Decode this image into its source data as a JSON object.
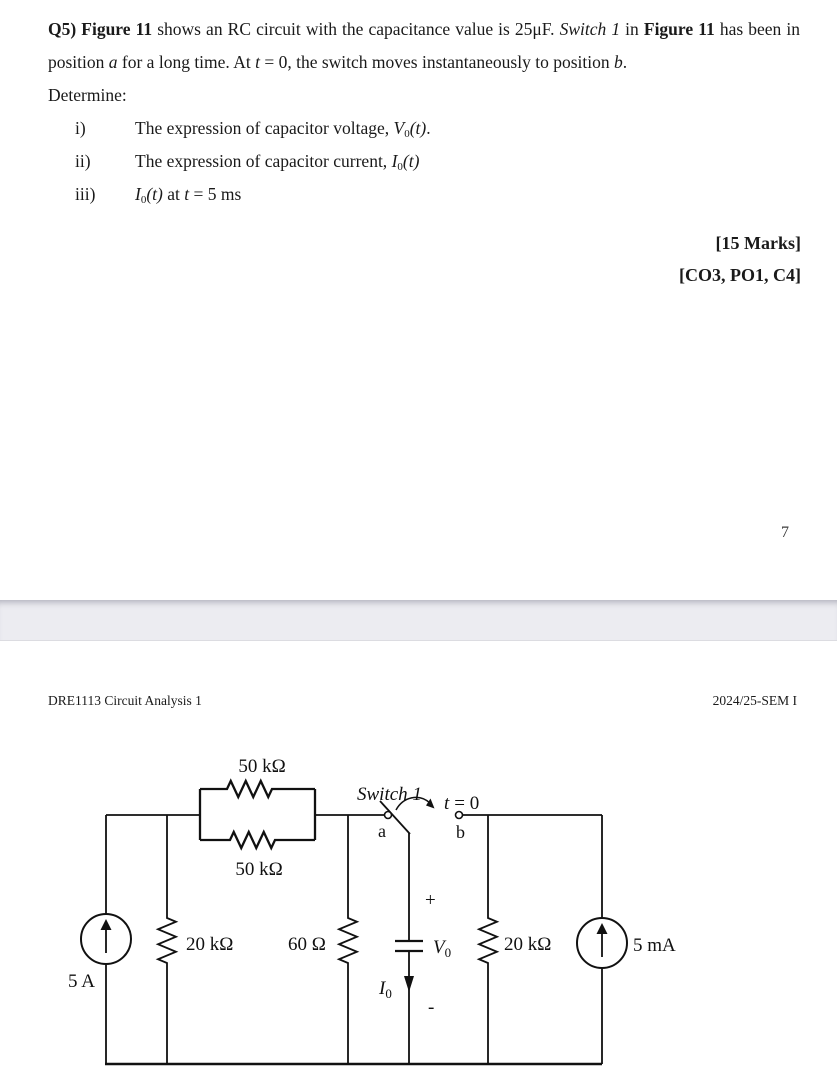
{
  "question": {
    "p_b1": "Q5) Figure 11",
    "p_n1": " shows an RC circuit with the capacitance value is 25μF. ",
    "p_i1": "Switch 1",
    "p_n2": " in ",
    "p_b2": "Figure 11",
    "p_n3": " has been in position ",
    "p_i2": "a",
    "p_n4": " for a long time. At ",
    "p_i3": "t",
    "p_n5": " = 0, the switch moves instantaneously to position ",
    "p_i4": "b",
    "p_n6": ".",
    "determine": "Determine:",
    "item1": {
      "num": "i)",
      "text": "The expression of capacitor voltage, ",
      "sym": "V",
      "sub": "0",
      "tail": "(t)",
      "end": "."
    },
    "item2": {
      "num": "ii)",
      "text": "The expression of capacitor current, ",
      "sym": "I",
      "sub": "0",
      "tail": "(t)",
      "end": ""
    },
    "item3": {
      "num": "iii)",
      "sym": "I",
      "sub": "0",
      "tail": "(t)",
      "mid": " at ",
      "tvar": "t",
      "end": " = 5 ms"
    }
  },
  "marks_line": "[15 Marks]",
  "co_line": "[CO3, PO1, C4]",
  "page_number": "7",
  "header": {
    "left": "DRE1113 Circuit Analysis 1",
    "right": "2024/25-SEM I"
  },
  "circuit": {
    "r50_top": "50 kΩ",
    "r50_bottom": "50 kΩ",
    "switch_label": "Switch 1",
    "t_sym": "t",
    "t_eq": "= 0",
    "contact_a": "a",
    "contact_b": "b",
    "r20_left": "20 kΩ",
    "r60": "60 Ω",
    "r20_right": "20 kΩ",
    "src_left": "5 A",
    "src_right": "5 mA",
    "cap_plus": "+",
    "cap_minus": "-",
    "v_sym": "V",
    "v_sub": "0",
    "i_sym": "I",
    "i_sub": "0"
  },
  "colors": {
    "band": "#ececf1",
    "ink": "#111111"
  }
}
